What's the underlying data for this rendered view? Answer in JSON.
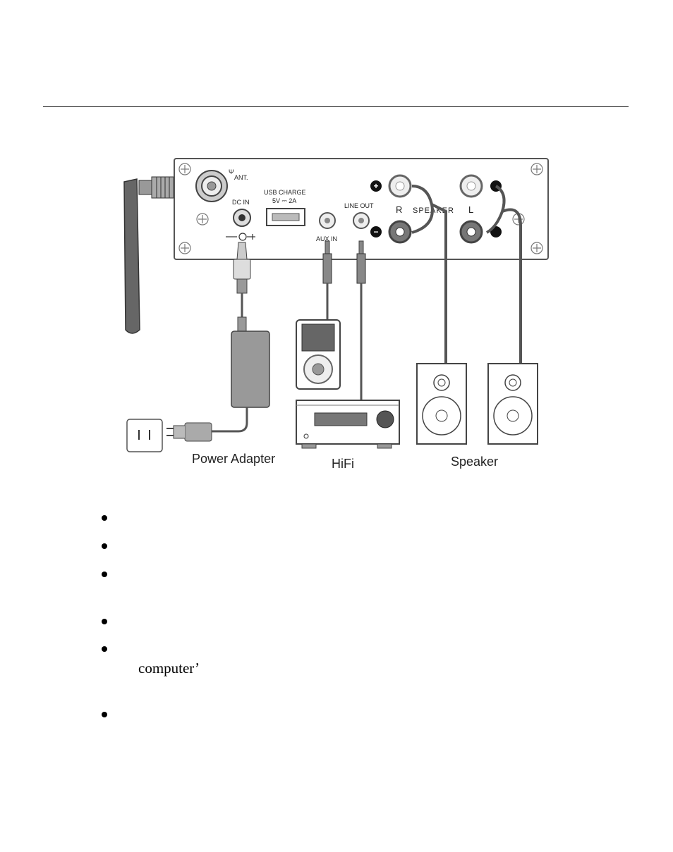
{
  "panel": {
    "antenna_label": "ANT.",
    "dc_in_label": "DC IN",
    "usb_label_line1": "USB CHARGE",
    "usb_label_line2": "5V ⎓ 2A",
    "line_out_label": "LINE OUT",
    "aux_in_label": "AUX IN",
    "right_label": "R",
    "speaker_label": "SPEAKER",
    "left_label": "L",
    "plus_symbol": "+",
    "minus_symbol": "−"
  },
  "captions": {
    "power_adapter": "Power Adapter",
    "hifi": "HiFi",
    "speaker": "Speaker"
  },
  "list": {
    "item_count": 6,
    "fragment": "computer’"
  }
}
